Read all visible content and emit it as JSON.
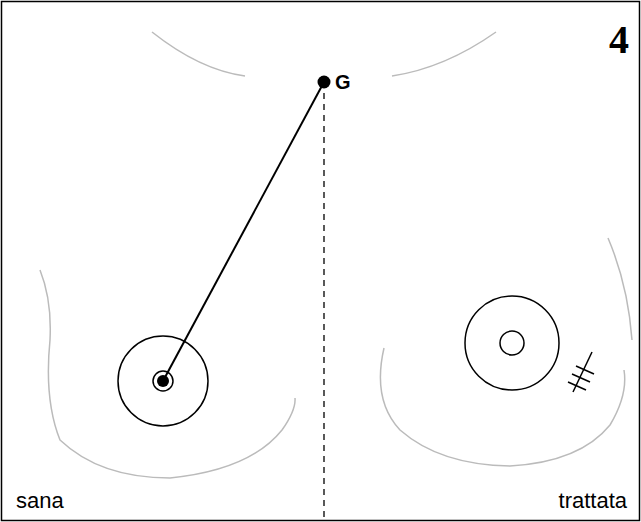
{
  "diagram": {
    "labels": [
      "4",
      "G",
      "sana",
      "trattata"
    ]
  }
}
